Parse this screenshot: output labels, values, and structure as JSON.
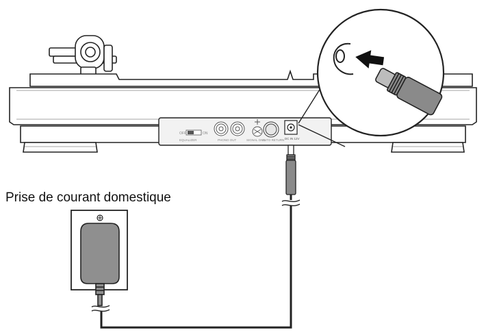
{
  "caption": "Prise de courant domestique",
  "panel": {
    "switch_off": "OFF",
    "switch_on": "ON",
    "switch_label": "EQUALIZER",
    "output_label": "PHONO OUT",
    "ground_label": "SIGNAL GND",
    "auto_label": "AUTO RETURN",
    "dc_label": "DC IN 12V"
  },
  "colors": {
    "line": "#222222",
    "panel": "#f2f2f2",
    "adapter": "#8f8f8f",
    "plug": "#8a8a8a",
    "arrow": "#111111"
  }
}
